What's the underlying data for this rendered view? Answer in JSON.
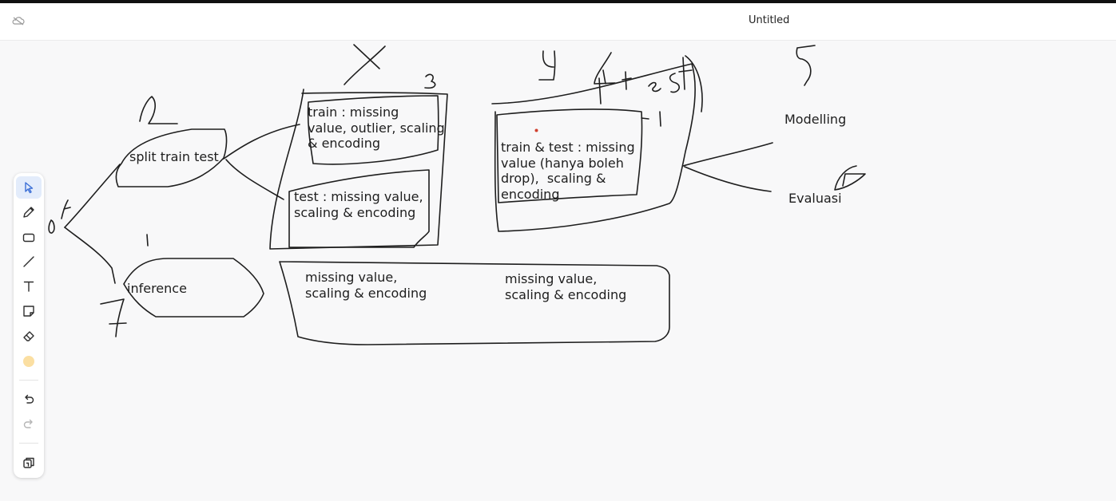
{
  "app": {
    "title": "Untitled",
    "accent": "#3b6fd6",
    "selected_color": "#fbdfa2"
  },
  "toolbar": {
    "tools": [
      {
        "name": "select",
        "icon": "cursor-icon",
        "active": true
      },
      {
        "name": "draw",
        "icon": "pencil-icon"
      },
      {
        "name": "rectangle",
        "icon": "rectangle-icon"
      },
      {
        "name": "line",
        "icon": "line-icon"
      },
      {
        "name": "text",
        "icon": "text-icon"
      },
      {
        "name": "sticky-note",
        "icon": "sticky-note-icon"
      },
      {
        "name": "eraser",
        "icon": "eraser-icon"
      },
      {
        "name": "color",
        "icon": "color-swatch-icon"
      },
      {
        "name": "undo",
        "icon": "undo-icon"
      },
      {
        "name": "redo",
        "icon": "redo-icon",
        "disabled": true
      },
      {
        "name": "pages",
        "icon": "pages-icon"
      }
    ]
  },
  "canvas": {
    "labels": {
      "split_train_test": "split train test",
      "train_box": "train : missing\nvalue, outlier, scaling\n& encoding",
      "test_box": "test : missing value,\nscaling & encoding",
      "train_test_box": "train & test : missing\nvalue (hanya boleh\ndrop),  scaling &\nencoding",
      "modelling": "Modelling",
      "evaluasi": "Evaluasi",
      "inference": "inference",
      "inference_mv_1": "missing value,\nscaling & encoding",
      "inference_mv_2": "missing value,\nscaling & encoding"
    }
  }
}
